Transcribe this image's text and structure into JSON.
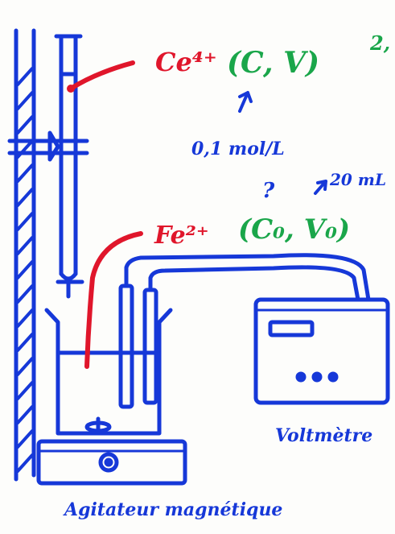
{
  "colors": {
    "apparatus": "#1638d8",
    "titrant_ion": "#e0162b",
    "notation": "#1aa64a",
    "label": "#1638d8"
  },
  "labels": {
    "titrant_ion": "Ce⁴⁺",
    "titrant_notation": "(C, V)",
    "titrant_concentration": "0,1 mol/L",
    "analyte_ion": "Fe²⁺",
    "analyte_unknown_mark": "?",
    "analyte_volume": "20 mL",
    "analyte_notation": "(C₀, V₀)",
    "voltmeter": "Voltmètre",
    "stirrer": "Agitateur magnétique",
    "corner_fragment": "2,"
  },
  "icons": {
    "display": "voltmeter-display-icon",
    "knobs": "voltmeter-knob-icon",
    "stir_bar": "stir-bar-icon",
    "stirrer_knob": "stirrer-knob-icon"
  }
}
